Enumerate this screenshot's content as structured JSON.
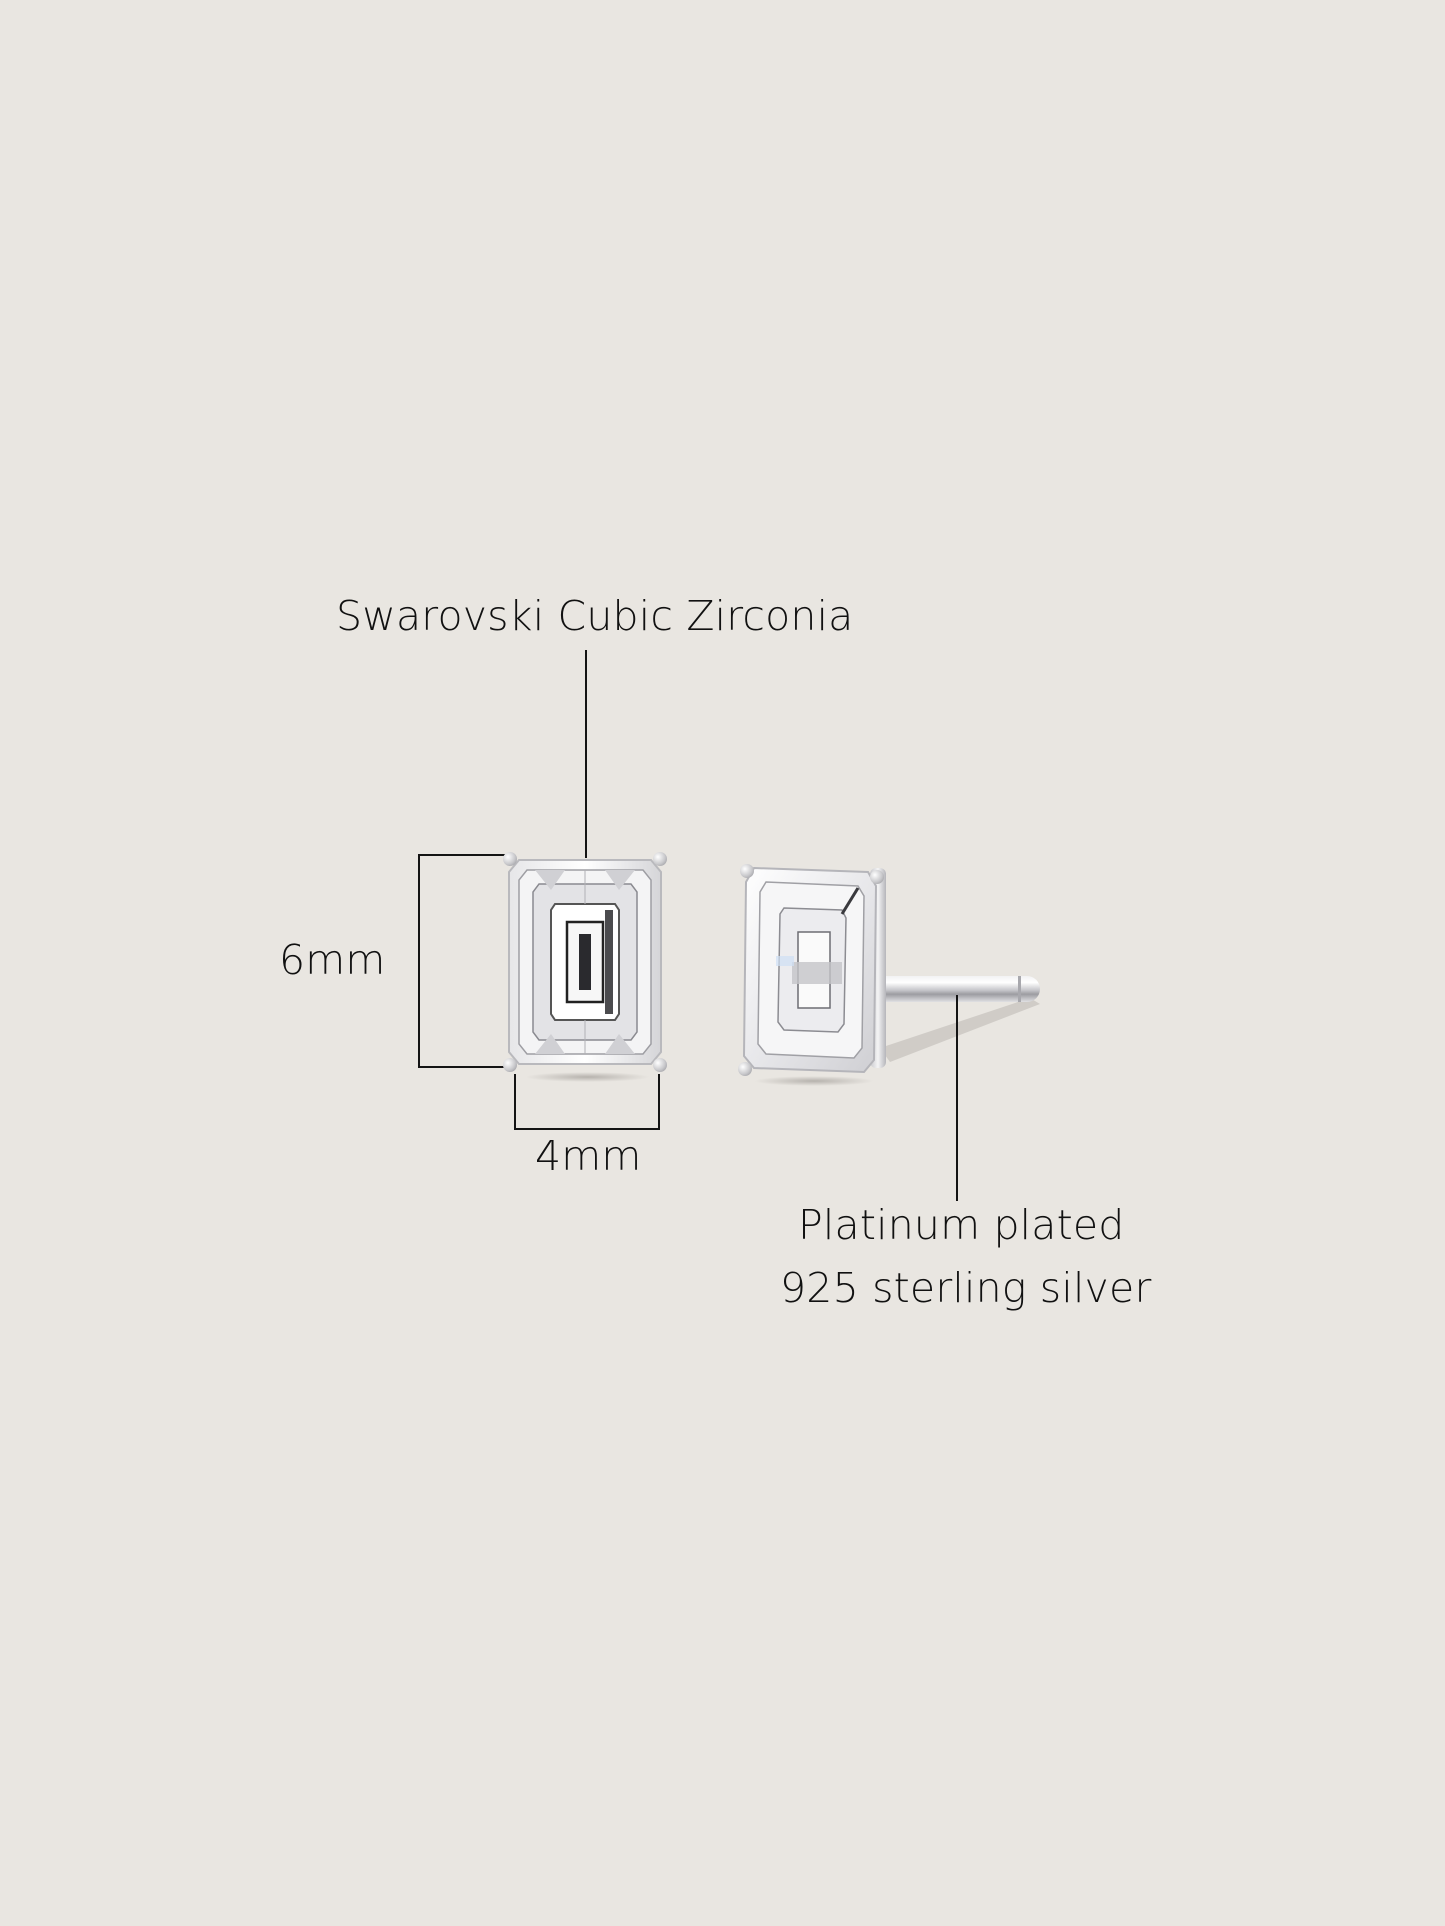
{
  "product_graphic": {
    "background_color": "#e9e6e1",
    "line_color": "#141414",
    "callouts": {
      "stone_material": "Swarovski Cubic Zirconia",
      "height_dimension": "6mm",
      "width_dimension": "4mm",
      "metal_line_1": "Platinum plated",
      "metal_line_2": "925 sterling silver"
    },
    "items": [
      {
        "name": "front-view-earring",
        "shape": "emerald-cut",
        "setting": "four-prong"
      },
      {
        "name": "side-view-earring",
        "shape": "emerald-cut",
        "setting": "four-prong-with-post"
      }
    ]
  }
}
